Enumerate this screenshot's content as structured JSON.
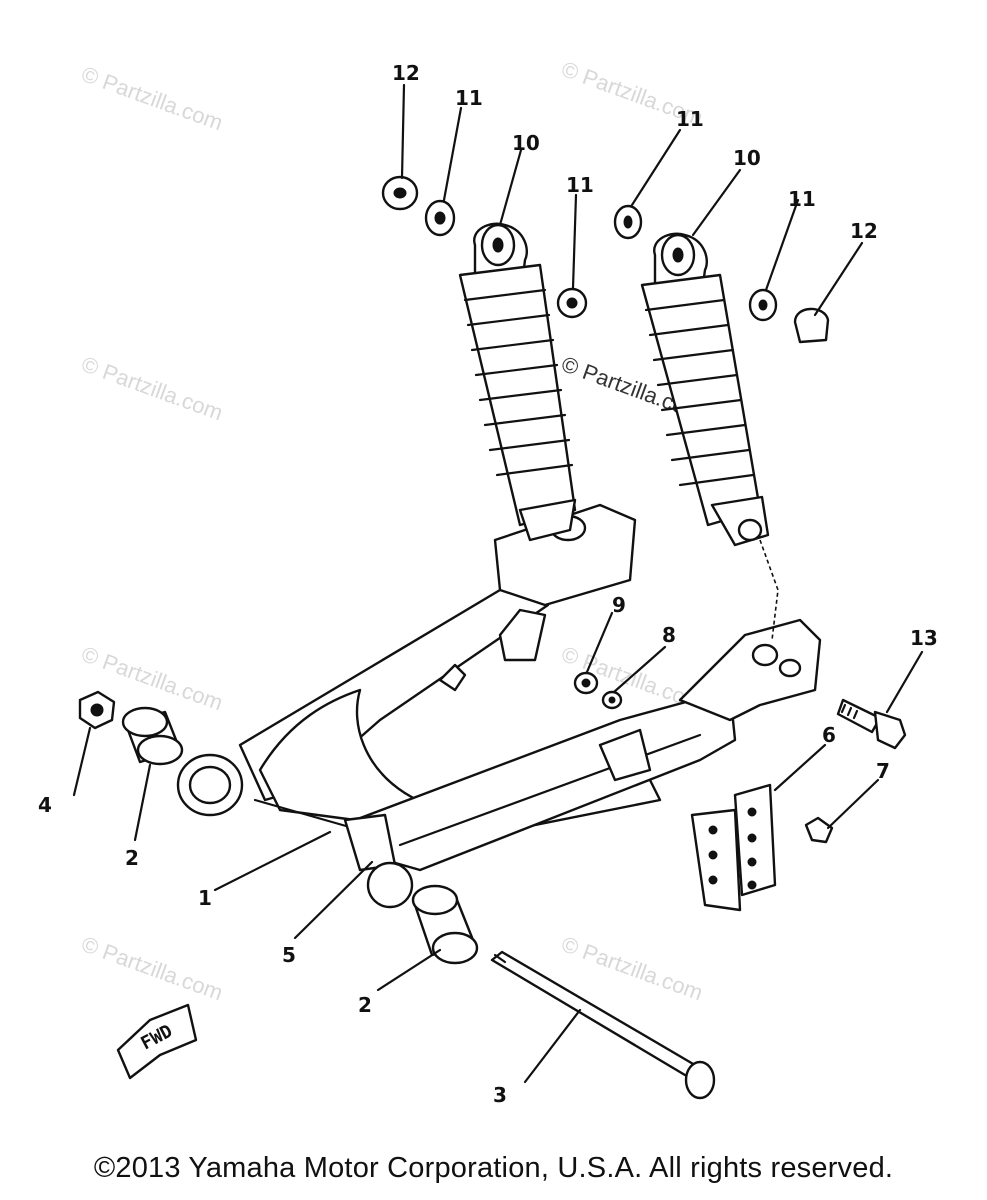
{
  "diagram": {
    "callouts": [
      {
        "id": "c12a",
        "label": "12"
      },
      {
        "id": "c11a",
        "label": "11"
      },
      {
        "id": "c10a",
        "label": "10"
      },
      {
        "id": "c11b",
        "label": "11"
      },
      {
        "id": "c11c",
        "label": "11"
      },
      {
        "id": "c10b",
        "label": "10"
      },
      {
        "id": "c11d",
        "label": "11"
      },
      {
        "id": "c12b",
        "label": "12"
      },
      {
        "id": "c9",
        "label": "9"
      },
      {
        "id": "c8",
        "label": "8"
      },
      {
        "id": "c13",
        "label": "13"
      },
      {
        "id": "c6",
        "label": "6"
      },
      {
        "id": "c7",
        "label": "7"
      },
      {
        "id": "c4",
        "label": "4"
      },
      {
        "id": "c2a",
        "label": "2"
      },
      {
        "id": "c1",
        "label": "1"
      },
      {
        "id": "c5",
        "label": "5"
      },
      {
        "id": "c2b",
        "label": "2"
      },
      {
        "id": "c3",
        "label": "3"
      }
    ],
    "watermark": "© Partzilla.com",
    "center_watermark": "© Partzilla.com",
    "fwd_label": "FWD"
  },
  "footer": {
    "copyright": "©2013 Yamaha Motor Corporation, U.S.A. All rights reserved."
  }
}
